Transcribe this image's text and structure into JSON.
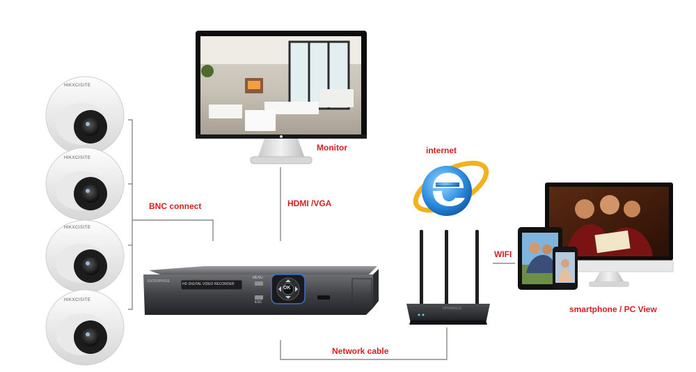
{
  "labels": {
    "monitor": "Monitor",
    "internet": "internet",
    "hdmi_vga": "HDMI /VGA",
    "bnc_connect": "BNC connect",
    "wifi": "WIFI",
    "network_cable": "Network cable",
    "client_view": "smartphone / PC View"
  },
  "camera_brand": "HIKXCISITE",
  "dvr": {
    "brand": "ENTERPRISE",
    "display_text": "HD DIGITAL VIDEO RECORDER",
    "ok_label": "OK",
    "menu_label": "MENU",
    "esc_label": "ESC"
  },
  "router": {
    "brand": "DPHANGLE"
  },
  "colors": {
    "label_red": "#d81e1e",
    "line_gray": "#8a8a8a"
  }
}
